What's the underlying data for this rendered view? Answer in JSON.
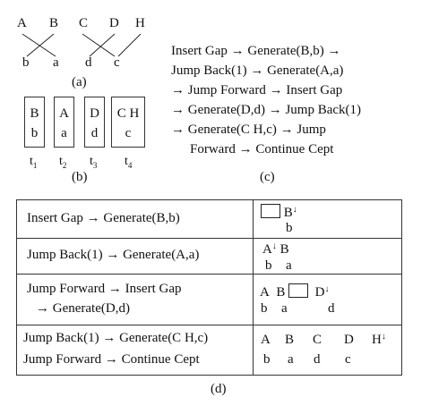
{
  "part_a": {
    "top_letters": [
      "A",
      "B",
      "C",
      "D",
      "H"
    ],
    "bottom_letters": [
      "b",
      "a",
      "d",
      "c"
    ],
    "caption": "(a)"
  },
  "part_b": {
    "cells": [
      {
        "top": "B",
        "bottom": "b",
        "label": "t",
        "sub": "1"
      },
      {
        "top": "A",
        "bottom": "a",
        "label": "t",
        "sub": "2"
      },
      {
        "top": "D",
        "bottom": "d",
        "label": "t",
        "sub": "3"
      },
      {
        "top": "C H",
        "bottom": "c",
        "label": "t",
        "sub": "4"
      }
    ],
    "caption": "(b)"
  },
  "part_c": {
    "lines": [
      "Insert Gap → Generate(B,b) →",
      "Jump Back(1) →  Generate(A,a)",
      "→ Jump Forward → Insert Gap",
      "→ Generate(D,d) → Jump Back(1)",
      "→ Generate(C H,c) → Jump",
      "Forward → Continue Cept"
    ],
    "caption": "(c)"
  },
  "part_d": {
    "rows": [
      {
        "ops": [
          "Insert Gap → Generate(B,b)"
        ]
      },
      {
        "ops": [
          "Jump Back(1) → Generate(A,a)"
        ]
      },
      {
        "ops": [
          "Jump Forward → Insert Gap",
          "→ Generate(D,d)"
        ]
      },
      {
        "ops": [
          "Jump Back(1) → Generate(C H,c)",
          "Jump Forward → Continue Cept"
        ]
      }
    ],
    "states": {
      "r1": {
        "top": "B",
        "bottom": "b"
      },
      "r2": {
        "top1": "A",
        "top2": "B",
        "bottom1": "b",
        "bottom2": "a"
      },
      "r3": {
        "top1": "A",
        "top2": "B",
        "top3": "D",
        "bottom1": "b",
        "bottom2": "a",
        "bottom3": "d"
      },
      "r4": {
        "top": [
          "A",
          "B",
          "C",
          "D",
          "H"
        ],
        "bottom": [
          "b",
          "a",
          "d",
          "c"
        ]
      }
    },
    "arrow_symbol": "↓",
    "caption": "(d)"
  }
}
